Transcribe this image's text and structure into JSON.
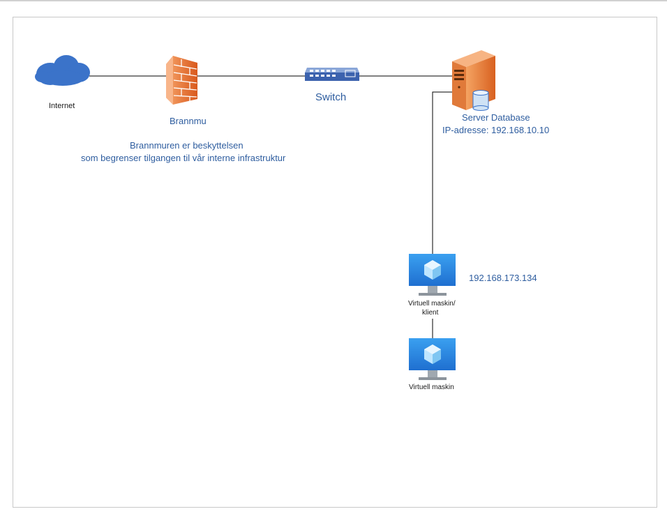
{
  "nodes": {
    "internet": {
      "label": "Internet",
      "icon": "cloud-icon",
      "color": "#3b73c9"
    },
    "firewall": {
      "label": "Brannmu",
      "icon": "firewall-icon",
      "color": "#e8772e"
    },
    "switch": {
      "label": "Switch",
      "icon": "switch-icon",
      "color": "#3b62ae"
    },
    "server": {
      "label": "Server Database",
      "ip": "IP-adresse: 192.168.10.10",
      "icon": "server-database-icon",
      "color": "#e8772e"
    },
    "vm_client": {
      "label_line1": "Virtuell maskin/",
      "label_line2": "klient",
      "ip": "192.168.173.134",
      "icon": "virtual-machine-monitor-icon",
      "color": "#2e86de"
    },
    "vm": {
      "label": "Virtuell maskin",
      "icon": "virtual-machine-monitor-icon",
      "color": "#2e86de"
    }
  },
  "annotation": {
    "line1": "Brannmuren er beskyttelsen",
    "line2": "som begrenser tilgangen til vår interne infrastruktur"
  },
  "colors": {
    "label_blue": "#2e5d9f",
    "connector": "#000000"
  }
}
